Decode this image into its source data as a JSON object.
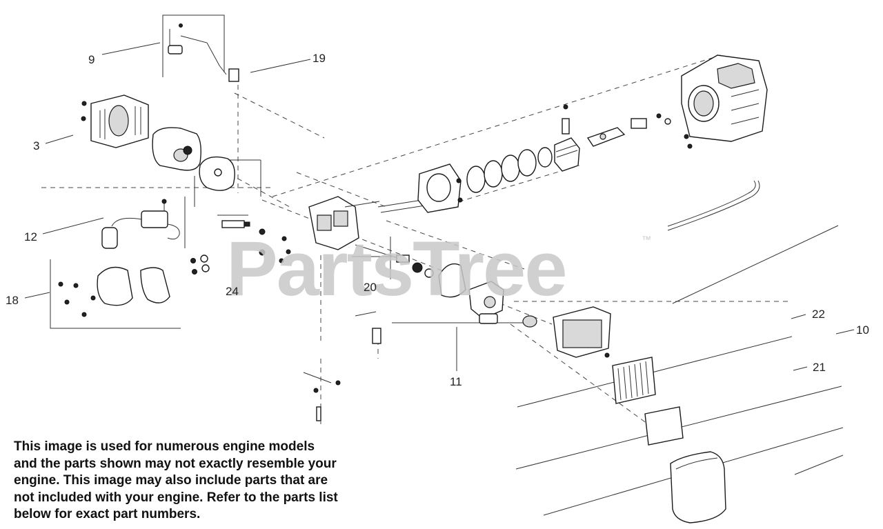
{
  "diagram": {
    "callouts": [
      {
        "id": "c9",
        "label": "9"
      },
      {
        "id": "c19",
        "label": "19"
      },
      {
        "id": "c3",
        "label": "3"
      },
      {
        "id": "c12",
        "label": "12"
      },
      {
        "id": "c18",
        "label": "18"
      },
      {
        "id": "c24",
        "label": "24"
      },
      {
        "id": "c20",
        "label": "20"
      },
      {
        "id": "c11",
        "label": "11"
      },
      {
        "id": "c22",
        "label": "22"
      },
      {
        "id": "c10",
        "label": "10"
      },
      {
        "id": "c21",
        "label": "21"
      }
    ],
    "watermark": "PartsTree",
    "watermark_mark": "™"
  },
  "disclaimer": {
    "lines": [
      "This image is used for numerous engine models",
      "and the parts shown may not exactly resemble your",
      "engine. This image may also include parts that are",
      "not included with your engine. Refer to the parts list",
      "below for exact part numbers."
    ]
  }
}
